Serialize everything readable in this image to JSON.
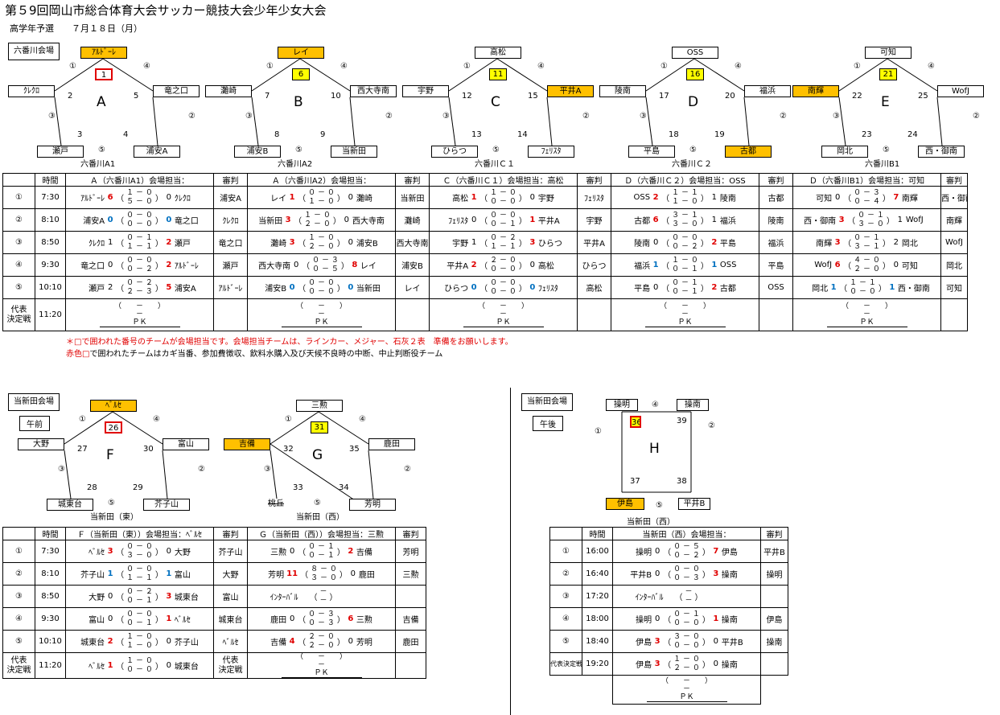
{
  "title": "第５9回岡山市総合体育大会サッカー競技大会少年少女大会",
  "subtitle": "高学年予選　　７月１８日（月）",
  "venue1": "六番川会場",
  "venue2": "当新田会場",
  "venue3": "当新田会場",
  "am": "午前",
  "pm": "午後",
  "marks": {
    "c1": "①",
    "c2": "②",
    "c3": "③",
    "c4": "④",
    "c5": "⑤"
  },
  "groups": {
    "A": {
      "letter": "A",
      "top": "ｱﾙﾄﾞｰﾚ",
      "left": "ｸﾚｸﾛ",
      "right": "竜之口",
      "bl": "瀬戸",
      "br": "浦安A",
      "num": "1",
      "e1": "2",
      "e2": "5",
      "e3": "3",
      "e4": "4",
      "field": "六番川A1"
    },
    "B": {
      "letter": "B",
      "top": "レイ",
      "left": "灘崎",
      "right": "西大寺南",
      "bl": "浦安B",
      "br": "当新田",
      "num": "6",
      "e1": "7",
      "e2": "10",
      "e3": "8",
      "e4": "9",
      "field": "六番川A2"
    },
    "C": {
      "letter": "C",
      "top": "高松",
      "left": "宇野",
      "right": "平井A",
      "bl": "ひらつ",
      "br": "ﾌｪﾘｽﾀ",
      "num": "11",
      "e1": "12",
      "e2": "15",
      "e3": "13",
      "e4": "14",
      "field": "六番川Ｃ１"
    },
    "D": {
      "letter": "D",
      "top": "OSS",
      "left": "陵南",
      "right": "福浜",
      "bl": "平島",
      "br": "古都",
      "num": "16",
      "e1": "17",
      "e2": "20",
      "e3": "18",
      "e4": "19",
      "field": "六番川Ｃ２"
    },
    "E": {
      "letter": "E",
      "top": "可知",
      "left": "南輝",
      "right": "WofJ",
      "bl": "岡北",
      "br": "西・御南",
      "num": "21",
      "e1": "22",
      "e2": "25",
      "e3": "23",
      "e4": "24",
      "field": "六番川B1"
    },
    "F": {
      "letter": "F",
      "top": "ﾍﾞﾙｾ",
      "left": "大野",
      "right": "富山",
      "bl": "城東台",
      "br": "芥子山",
      "num": "26",
      "e1": "27",
      "e2": "30",
      "e3": "28",
      "e4": "29",
      "field": "当新田（東）"
    },
    "G": {
      "letter": "G",
      "top": "三勲",
      "left": "吉備",
      "right": "鹿田",
      "bl": "桃丘",
      "br": "芳明",
      "num": "31",
      "e1": "32",
      "e2": "35",
      "e3": "33",
      "e4": "34",
      "field": "当新田（西）"
    },
    "H": {
      "letter": "H",
      "tl": "操明",
      "tr": "操南",
      "bl": "伊島",
      "br": "平井B",
      "num": "36",
      "n39": "39",
      "n37": "37",
      "n38": "38",
      "field": "当新田（西）"
    }
  },
  "table1": {
    "headers": [
      "時間",
      "Ａ（六番川A1）会場担当：",
      "審判",
      "Ａ（六番川A2）会場担当：",
      "審判",
      "Ｃ（六番川Ｃ１）会場担当：高松",
      "審判",
      "Ｄ（六番川Ｃ２）会場担当：OSS",
      "審判",
      "Ｄ（六番川B1）会場担当：可知",
      "審判"
    ],
    "rows": [
      {
        "no": "①",
        "time": "7:30",
        "m": [
          {
            "l": "ｱﾙﾄﾞｰﾚ",
            "ls": "6",
            "lc": "red",
            "h1": "１ － ０",
            "h2": "５ － ０",
            "rs": "0",
            "rc": "",
            "r": "ｸﾚｸﾛ",
            "ref": "浦安A"
          },
          {
            "l": "レイ",
            "ls": "1",
            "lc": "red",
            "h1": "０ － ０",
            "h2": "１ － ０",
            "rs": "0",
            "rc": "",
            "r": "灘崎",
            "ref": "当新田"
          },
          {
            "l": "高松",
            "ls": "1",
            "lc": "red",
            "h1": "１ － ０",
            "h2": "０ － ０",
            "rs": "0",
            "rc": "",
            "r": "宇野",
            "ref": "ﾌｪﾘｽﾀ"
          },
          {
            "l": "OSS",
            "ls": "2",
            "lc": "red",
            "h1": "１ － １",
            "h2": "１ － ０",
            "rs": "1",
            "rc": "",
            "r": "陵南",
            "ref": "古都"
          },
          {
            "l": "可知",
            "ls": "0",
            "lc": "",
            "h1": "０ － ３",
            "h2": "０ － ４",
            "rs": "7",
            "rc": "red",
            "r": "南輝",
            "ref": "西・御南"
          }
        ]
      },
      {
        "no": "②",
        "time": "8:10",
        "m": [
          {
            "l": "浦安A",
            "ls": "0",
            "lc": "blue",
            "h1": "０ － ０",
            "h2": "０ － ０",
            "rs": "0",
            "rc": "blue",
            "r": "竜之口",
            "ref": "ｸﾚｸﾛ"
          },
          {
            "l": "当新田",
            "ls": "3",
            "lc": "red",
            "h1": "１ － ０",
            "h2": "２ － ０",
            "rs": "0",
            "rc": "",
            "r": "西大寺南",
            "ref": "灘崎"
          },
          {
            "l": "ﾌｪﾘｽﾀ",
            "ls": "0",
            "lc": "",
            "h1": "０ － ０",
            "h2": "０ － １",
            "rs": "1",
            "rc": "red",
            "r": "平井A",
            "ref": "宇野"
          },
          {
            "l": "古都",
            "ls": "6",
            "lc": "red",
            "h1": "３ － １",
            "h2": "３ － ０",
            "rs": "1",
            "rc": "",
            "r": "福浜",
            "ref": "陵南"
          },
          {
            "l": "西・御南",
            "ls": "3",
            "lc": "red",
            "h1": "０ － １",
            "h2": "３ － ０",
            "rs": "1",
            "rc": "",
            "r": "WofJ",
            "ref": "南輝"
          }
        ]
      },
      {
        "no": "③",
        "time": "8:50",
        "m": [
          {
            "l": "ｸﾚｸﾛ",
            "ls": "1",
            "lc": "",
            "h1": "０ － １",
            "h2": "１ － １",
            "rs": "2",
            "rc": "red",
            "r": "瀬戸",
            "ref": "竜之口"
          },
          {
            "l": "灘崎",
            "ls": "3",
            "lc": "red",
            "h1": "１ － ０",
            "h2": "２ － ０",
            "rs": "0",
            "rc": "",
            "r": "浦安B",
            "ref": "西大寺南"
          },
          {
            "l": "宇野",
            "ls": "1",
            "lc": "",
            "h1": "０ － ２",
            "h2": "１ － １",
            "rs": "3",
            "rc": "red",
            "r": "ひらつ",
            "ref": "平井A"
          },
          {
            "l": "陵南",
            "ls": "0",
            "lc": "",
            "h1": "０ － ０",
            "h2": "０ － ２",
            "rs": "2",
            "rc": "red",
            "r": "平島",
            "ref": "福浜"
          },
          {
            "l": "南輝",
            "ls": "3",
            "lc": "red",
            "h1": "０ － １",
            "h2": "３ － １",
            "rs": "2",
            "rc": "",
            "r": "岡北",
            "ref": "WofJ"
          }
        ]
      },
      {
        "no": "④",
        "time": "9:30",
        "m": [
          {
            "l": "竜之口",
            "ls": "0",
            "lc": "",
            "h1": "０ － ０",
            "h2": "０ － ２",
            "rs": "2",
            "rc": "red",
            "r": "ｱﾙﾄﾞｰﾚ",
            "ref": "瀬戸"
          },
          {
            "l": "西大寺南",
            "ls": "0",
            "lc": "",
            "h1": "０ － ３",
            "h2": "０ － ５",
            "rs": "8",
            "rc": "red",
            "r": "レイ",
            "ref": "浦安B"
          },
          {
            "l": "平井A",
            "ls": "2",
            "lc": "red",
            "h1": "２ － ０",
            "h2": "０ － ０",
            "rs": "0",
            "rc": "",
            "r": "高松",
            "ref": "ひらつ"
          },
          {
            "l": "福浜",
            "ls": "1",
            "lc": "blue",
            "h1": "１ － ０",
            "h2": "０ － １",
            "rs": "1",
            "rc": "blue",
            "r": "OSS",
            "ref": "平島"
          },
          {
            "l": "WofJ",
            "ls": "6",
            "lc": "red",
            "h1": "４ － ０",
            "h2": "２ － ０",
            "rs": "0",
            "rc": "",
            "r": "可知",
            "ref": "岡北"
          }
        ]
      },
      {
        "no": "⑤",
        "time": "10:10",
        "m": [
          {
            "l": "瀬戸",
            "ls": "2",
            "lc": "",
            "h1": "０ － ２",
            "h2": "２ － ３",
            "rs": "5",
            "rc": "red",
            "r": "浦安A",
            "ref": "ｱﾙﾄﾞｰﾚ"
          },
          {
            "l": "浦安B",
            "ls": "0",
            "lc": "blue",
            "h1": "０ － ０",
            "h2": "０ － ０",
            "rs": "0",
            "rc": "blue",
            "r": "当新田",
            "ref": "レイ"
          },
          {
            "l": "ひらつ",
            "ls": "0",
            "lc": "blue",
            "h1": "０ － ０",
            "h2": "０ － ０",
            "rs": "0",
            "rc": "blue",
            "r": "ﾌｪﾘｽﾀ",
            "ref": "高松"
          },
          {
            "l": "平島",
            "ls": "0",
            "lc": "",
            "h1": "０ － １",
            "h2": "０ － １",
            "rs": "2",
            "rc": "red",
            "r": "古都",
            "ref": "OSS"
          },
          {
            "l": "岡北",
            "ls": "1",
            "lc": "blue",
            "h1": "１ － １",
            "h2": "０ － ０",
            "rs": "1",
            "rc": "blue",
            "r": "西・御南",
            "ref": "可知"
          }
        ]
      }
    ],
    "final_label1": "代表",
    "final_label2": "決定戦",
    "final_time": "11:20",
    "pk_open": "（　　－　　）",
    "pk_dash": "－",
    "pk": "ＰＫ"
  },
  "notes": {
    "n1": "＊□で囲われた番号のチームが会場担当です。会場担当チームは、ラインカー、メジャー、石灰２表　準備をお願いします。",
    "n2_red": "赤色□",
    "n2": "で囲われたチームはカギ当番、参加費徴収、飲料水購入及び天候不良時の中断、中止判断役チーム"
  },
  "table2": {
    "headers": [
      "時間",
      "Ｆ（当新田（東））会場担当：ﾍﾞﾙｾ",
      "審判",
      "Ｇ（当新田（西））会場担当：三勲",
      "審判"
    ],
    "rows": [
      {
        "no": "①",
        "time": "7:30",
        "m": [
          {
            "l": "ﾍﾞﾙｾ",
            "ls": "3",
            "lc": "red",
            "h1": "０ － ０",
            "h2": "３ － ０",
            "rs": "0",
            "rc": "",
            "r": "大野",
            "ref": "芥子山"
          },
          {
            "l": "三勲",
            "ls": "0",
            "lc": "",
            "h1": "０ － １",
            "h2": "０ － １",
            "rs": "2",
            "rc": "red",
            "r": "吉備",
            "ref": "芳明"
          }
        ]
      },
      {
        "no": "②",
        "time": "8:10",
        "m": [
          {
            "l": "芥子山",
            "ls": "1",
            "lc": "blue",
            "h1": "０ － ０",
            "h2": "１ － １",
            "rs": "1",
            "rc": "blue",
            "r": "富山",
            "ref": "大野"
          },
          {
            "l": "芳明",
            "ls": "11",
            "lc": "red",
            "h1": "８ － ０",
            "h2": "３ － ０",
            "rs": "0",
            "rc": "",
            "r": "鹿田",
            "ref": "三勲"
          }
        ]
      },
      {
        "no": "③",
        "time": "8:50",
        "m": [
          {
            "l": "大野",
            "ls": "0",
            "lc": "",
            "h1": "０ － ２",
            "h2": "０ － １",
            "rs": "3",
            "rc": "red",
            "r": "城東台",
            "ref": "富山"
          },
          {
            "l": "ｲﾝﾀｰﾊﾞﾙ",
            "ls": "",
            "lc": "",
            "h1": "－",
            "h2": "－",
            "rs": "",
            "rc": "",
            "r": "",
            "ref": ""
          }
        ]
      },
      {
        "no": "④",
        "time": "9:30",
        "m": [
          {
            "l": "富山",
            "ls": "0",
            "lc": "",
            "h1": "０ － ０",
            "h2": "０ － １",
            "rs": "1",
            "rc": "red",
            "r": "ﾍﾞﾙｾ",
            "ref": "城東台"
          },
          {
            "l": "鹿田",
            "ls": "0",
            "lc": "",
            "h1": "０ － ３",
            "h2": "０ － ３",
            "rs": "6",
            "rc": "red",
            "r": "三勲",
            "ref": "吉備"
          }
        ]
      },
      {
        "no": "⑤",
        "time": "10:10",
        "m": [
          {
            "l": "城東台",
            "ls": "2",
            "lc": "red",
            "h1": "１ － ０",
            "h2": "１ － ０",
            "rs": "0",
            "rc": "",
            "r": "芥子山",
            "ref": "ﾍﾞﾙｾ"
          },
          {
            "l": "吉備",
            "ls": "4",
            "lc": "red",
            "h1": "２ － ０",
            "h2": "２ － ０",
            "rs": "0",
            "rc": "",
            "r": "芳明",
            "ref": "鹿田"
          }
        ]
      },
      {
        "no": "代表決定戦",
        "time": "11:20",
        "m": [
          {
            "l": "ﾍﾞﾙｾ",
            "ls": "1",
            "lc": "red",
            "h1": "１ － ０",
            "h2": "０ － ０",
            "rs": "0",
            "rc": "",
            "r": "城東台",
            "ref": "代表決定戦"
          },
          {
            "pk": true
          }
        ]
      }
    ]
  },
  "table3": {
    "headers": [
      "時間",
      "当新田（西）会場担当：",
      "審判"
    ],
    "rows": [
      {
        "no": "①",
        "time": "16:00",
        "l": "操明",
        "ls": "0",
        "lc": "",
        "h1": "０ － ５",
        "h2": "０ － ２",
        "rs": "7",
        "rc": "red",
        "r": "伊島",
        "ref": "平井B"
      },
      {
        "no": "②",
        "time": "16:40",
        "l": "平井B",
        "ls": "0",
        "lc": "",
        "h1": "０ － ０",
        "h2": "０ － ３",
        "rs": "3",
        "rc": "red",
        "r": "操南",
        "ref": "操明"
      },
      {
        "no": "③",
        "time": "17:20",
        "l": "ｲﾝﾀｰﾊﾞﾙ",
        "ls": "",
        "lc": "",
        "h1": "－",
        "h2": "－",
        "rs": "",
        "rc": "",
        "r": "",
        "ref": ""
      },
      {
        "no": "④",
        "time": "18:00",
        "l": "操明",
        "ls": "0",
        "lc": "",
        "h1": "０ － １",
        "h2": "０ － ０",
        "rs": "1",
        "rc": "red",
        "r": "操南",
        "ref": "伊島"
      },
      {
        "no": "⑤",
        "time": "18:40",
        "l": "伊島",
        "ls": "3",
        "lc": "red",
        "h1": "３ － ０",
        "h2": "０ － ０",
        "rs": "0",
        "rc": "",
        "r": "平井B",
        "ref": "操南"
      },
      {
        "no": "代表決定戦",
        "time": "19:20",
        "l": "伊島",
        "ls": "3",
        "lc": "red",
        "h1": "１ － ０",
        "h2": "２ － ０",
        "rs": "0",
        "rc": "",
        "r": "操南",
        "ref": ""
      }
    ]
  }
}
